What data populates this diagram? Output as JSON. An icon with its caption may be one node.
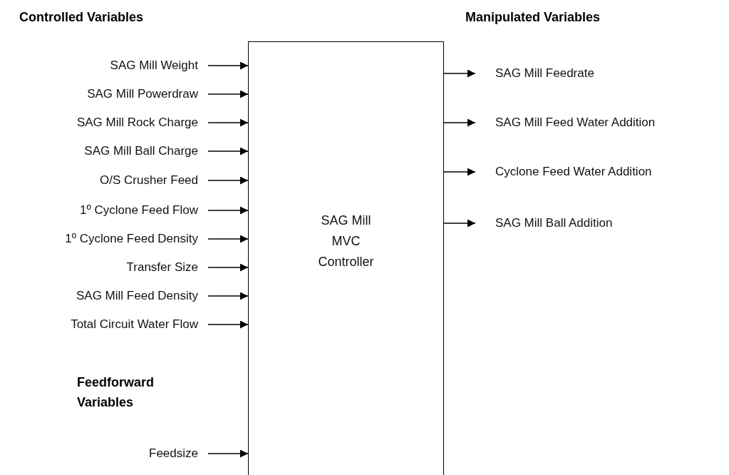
{
  "diagram": {
    "nodes": [
      {
        "text": [
          "SAG Mill MVC Controller"
        ]
      },
      {
        "text": [
          "SAG Mill Weight"
        ]
      },
      {
        "text": [
          "SAG Mill Powerdraw"
        ]
      },
      {
        "text": [
          "SAG Mill Rock Charge"
        ]
      },
      {
        "text": [
          "SAG Mill Ball Charge"
        ]
      },
      {
        "text": [
          "O/S Crusher Feed"
        ]
      },
      {
        "text": [
          "1º Cyclone Feed Flow"
        ]
      },
      {
        "text": [
          "1º Cyclone Feed Density"
        ]
      },
      {
        "text": [
          "Transfer Size"
        ]
      },
      {
        "text": [
          "SAG Mill Feed Density"
        ]
      },
      {
        "text": [
          "Total Circuit Water Flow"
        ]
      },
      {
        "text": [
          "Feedsize"
        ]
      },
      {
        "text": [
          "SAG Mill Feedrate"
        ]
      },
      {
        "text": [
          "SAG Mill Feed Water Addition"
        ]
      },
      {
        "text": [
          "Cyclone Feed Water Addition"
        ]
      },
      {
        "text": [
          "SAG Mill Ball Addition"
        ]
      }
    ],
    "edges": [
      {
        "from": 1,
        "to": 0,
        "arrow": "to"
      },
      {
        "from": 2,
        "to": 0,
        "arrow": "to"
      },
      {
        "from": 3,
        "to": 0,
        "arrow": "to"
      },
      {
        "from": 4,
        "to": 0,
        "arrow": "to"
      },
      {
        "from": 5,
        "to": 0,
        "arrow": "to"
      },
      {
        "from": 6,
        "to": 0,
        "arrow": "to"
      },
      {
        "from": 7,
        "to": 0,
        "arrow": "to"
      },
      {
        "from": 8,
        "to": 0,
        "arrow": "to"
      },
      {
        "from": 9,
        "to": 0,
        "arrow": "to"
      },
      {
        "from": 10,
        "to": 0,
        "arrow": "to"
      },
      {
        "from": 11,
        "to": 0,
        "arrow": "to"
      },
      {
        "from": 0,
        "to": 12,
        "arrow": "to"
      },
      {
        "from": 0,
        "to": 13,
        "arrow": "to"
      },
      {
        "from": 0,
        "to": 14,
        "arrow": "to"
      },
      {
        "from": 0,
        "to": 15,
        "arrow": "to"
      }
    ],
    "labels": [
      "Controlled Variables",
      "Manipulated Variables",
      "Feedforward Variables"
    ]
  }
}
